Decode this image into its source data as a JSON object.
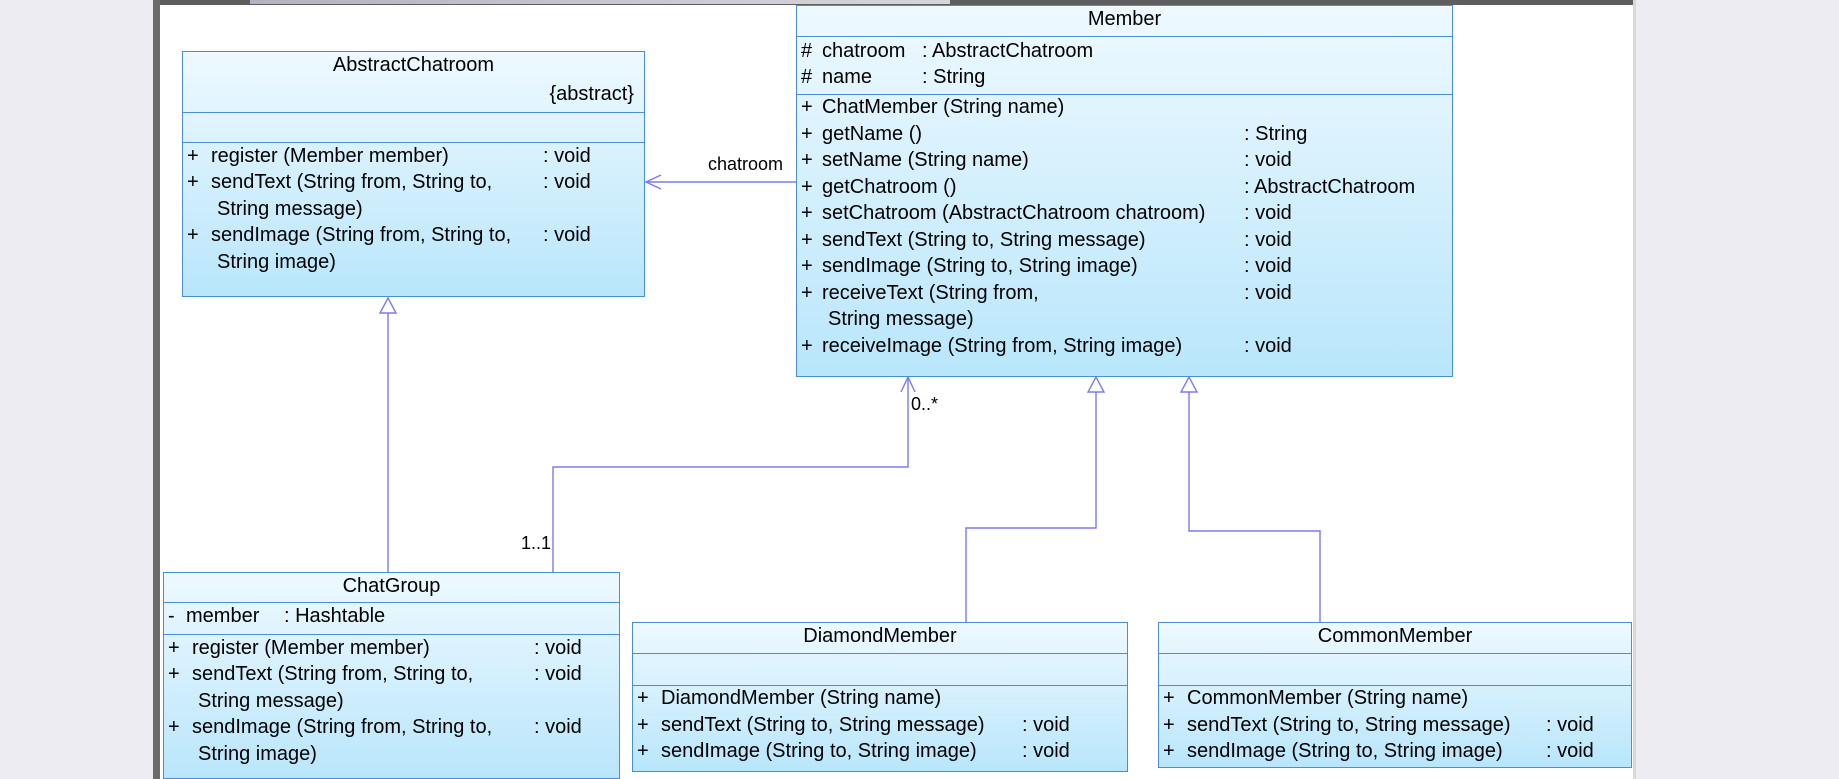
{
  "classes": {
    "abstract_chatroom": {
      "name": "AbstractChatroom",
      "stereotype": "{abstract}",
      "operations": [
        {
          "vis": "+",
          "sig": "register (Member member)",
          "type": ": void"
        },
        {
          "vis": "+",
          "sig": "sendText (String from, String to,",
          "sig2": "String message)",
          "type": ": void"
        },
        {
          "vis": "+",
          "sig": "sendImage (String from, String to,",
          "sig2": "String image)",
          "type": ": void"
        }
      ]
    },
    "member": {
      "name": "Member",
      "attributes": [
        {
          "vis": "#",
          "sig": "chatroom",
          "type": ": AbstractChatroom"
        },
        {
          "vis": "#",
          "sig": "name",
          "type": ": String"
        }
      ],
      "operations": [
        {
          "vis": "+",
          "sig": "ChatMember (String name)",
          "type": ""
        },
        {
          "vis": "+",
          "sig": "getName ()",
          "type": ": String"
        },
        {
          "vis": "+",
          "sig": "setName (String name)",
          "type": ": void"
        },
        {
          "vis": "+",
          "sig": "getChatroom ()",
          "type": ": AbstractChatroom"
        },
        {
          "vis": "+",
          "sig": "setChatroom (AbstractChatroom chatroom)",
          "type": ": void"
        },
        {
          "vis": "+",
          "sig": "sendText (String to, String message)",
          "type": ": void"
        },
        {
          "vis": "+",
          "sig": "sendImage (String to, String image)",
          "type": ": void"
        },
        {
          "vis": "+",
          "sig": "receiveText (String from,",
          "sig2": "String message)",
          "type": ": void"
        },
        {
          "vis": "+",
          "sig": "receiveImage (String from, String image)",
          "type": ": void"
        }
      ]
    },
    "chat_group": {
      "name": "ChatGroup",
      "attributes": [
        {
          "vis": "-",
          "sig": "member",
          "type": ": Hashtable"
        }
      ],
      "operations": [
        {
          "vis": "+",
          "sig": "register (Member member)",
          "type": ": void"
        },
        {
          "vis": "+",
          "sig": "sendText (String from, String to,",
          "sig2": "String message)",
          "type": ": void"
        },
        {
          "vis": "+",
          "sig": "sendImage (String from, String to,",
          "sig2": "String image)",
          "type": ": void"
        }
      ]
    },
    "diamond_member": {
      "name": "DiamondMember",
      "operations": [
        {
          "vis": "+",
          "sig": "DiamondMember (String name)",
          "type": ""
        },
        {
          "vis": "+",
          "sig": "sendText (String to, String message)",
          "type": ": void"
        },
        {
          "vis": "+",
          "sig": "sendImage (String to, String image)",
          "type": ": void"
        }
      ]
    },
    "common_member": {
      "name": "CommonMember",
      "operations": [
        {
          "vis": "+",
          "sig": "CommonMember (String name)",
          "type": ""
        },
        {
          "vis": "+",
          "sig": "sendText (String to, String message)",
          "type": ": void"
        },
        {
          "vis": "+",
          "sig": "sendImage (String to, String image)",
          "type": ": void"
        }
      ]
    }
  },
  "labels": {
    "association_role": "chatroom",
    "multiplicity_member_end": "0..*",
    "multiplicity_group_end": "1..1"
  },
  "colors": {
    "class_border": "#4a8fd6",
    "class_fill_top": "#eef9ff",
    "class_fill_bottom": "#b9e6fb",
    "connector": "#7b7bf0"
  }
}
